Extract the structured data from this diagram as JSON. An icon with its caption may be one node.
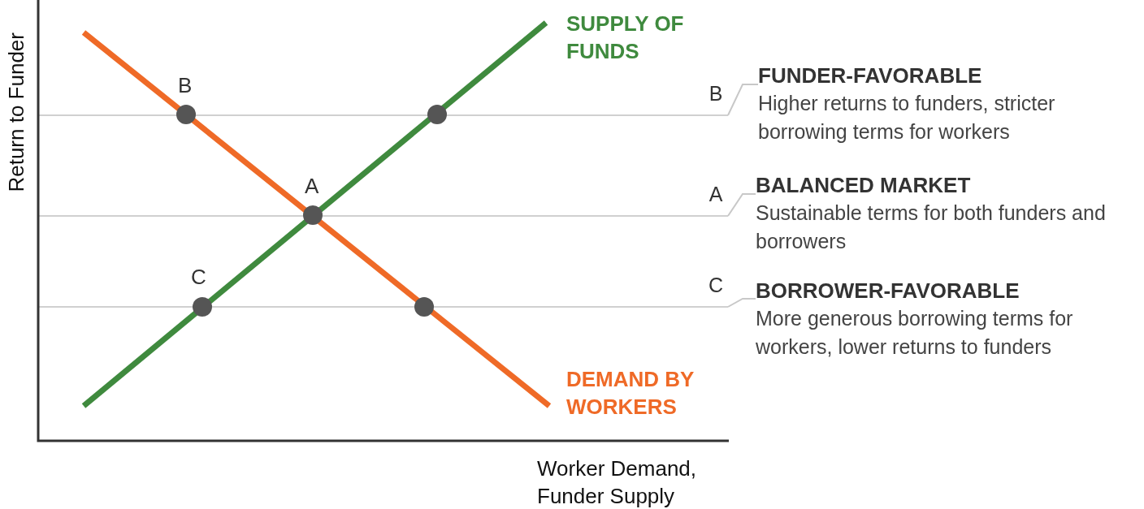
{
  "diagram": {
    "nodes": [
      {
        "text": [
          "B"
        ]
      },
      {
        "text": [
          "FUNDER-FAVORABLE",
          "Higher returns to funders, stricter borrowing terms for workers"
        ]
      },
      {
        "text": [
          "A"
        ]
      },
      {
        "text": [
          "BALANCED MARKET",
          "Sustainable terms for both funders and borrowers"
        ]
      },
      {
        "text": [
          "C"
        ]
      },
      {
        "text": [
          "BORROWER-FAVORABLE",
          "More generous borrowing terms for workers, lower returns to funders"
        ]
      }
    ],
    "edges": [
      {
        "from": 0,
        "to": 1,
        "arrow": "none"
      },
      {
        "from": 2,
        "to": 3,
        "arrow": "none"
      },
      {
        "from": 4,
        "to": 5,
        "arrow": "none"
      }
    ],
    "labels": [
      "SUPPLY OF FUNDS",
      "Return to Funder",
      "B",
      "A",
      "C",
      "DEMAND BY WORKERS",
      "Worker Demand, Funder Supply"
    ]
  }
}
